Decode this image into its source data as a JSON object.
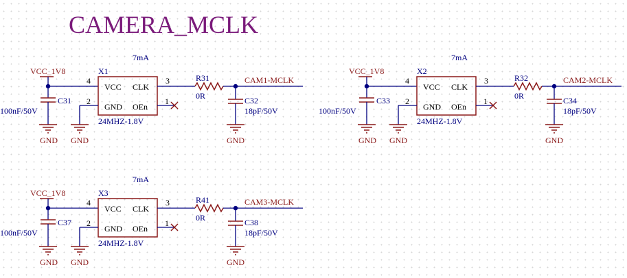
{
  "title": "CAMERA_MCLK",
  "circuits": [
    {
      "power": "VCC_1V8",
      "current": "7mA",
      "osc": "X1",
      "osc_value": "24MHZ-1.8V",
      "pin_vcc": "VCC",
      "pin_clk": "CLK",
      "pin_gnd": "GND",
      "pin_oen": "OEn",
      "pin4": "4",
      "pin3": "3",
      "pin2": "2",
      "pin1": "1",
      "cap_in": "C31",
      "cap_in_value": "100nF/50V",
      "res": "R31",
      "res_value": "0R",
      "cap_out": "C32",
      "cap_out_value": "18pF/50V",
      "net_out": "CAM1-MCLK",
      "gnd1": "GND",
      "gnd2": "GND",
      "gnd3": "GND"
    },
    {
      "power": "VCC_1V8",
      "current": "7mA",
      "osc": "X2",
      "osc_value": "24MHZ-1.8V",
      "pin_vcc": "VCC",
      "pin_clk": "CLK",
      "pin_gnd": "GND",
      "pin_oen": "OEn",
      "pin4": "4",
      "pin3": "3",
      "pin2": "2",
      "pin1": "1",
      "cap_in": "C33",
      "cap_in_value": "100nF/50V",
      "res": "R32",
      "res_value": "0R",
      "cap_out": "C34",
      "cap_out_value": "18pF/50V",
      "net_out": "CAM2-MCLK",
      "gnd1": "GND",
      "gnd2": "GND",
      "gnd3": "GND"
    },
    {
      "power": "VCC_1V8",
      "current": "7mA",
      "osc": "X3",
      "osc_value": "24MHZ-1.8V",
      "pin_vcc": "VCC",
      "pin_clk": "CLK",
      "pin_gnd": "GND",
      "pin_oen": "OEn",
      "pin4": "4",
      "pin3": "3",
      "pin2": "2",
      "pin1": "1",
      "cap_in": "C37",
      "cap_in_value": "100nF/50V",
      "res": "R41",
      "res_value": "0R",
      "cap_out": "C38",
      "cap_out_value": "18pF/50V",
      "net_out": "CAM3-MCLK",
      "gnd1": "GND",
      "gnd2": "GND",
      "gnd3": "GND"
    }
  ],
  "colors": {
    "title": "#7a1a7a",
    "wire": "#000080",
    "part": "#8b1a1a",
    "net_label": "#8b1a1a",
    "component_text": "#000080"
  }
}
